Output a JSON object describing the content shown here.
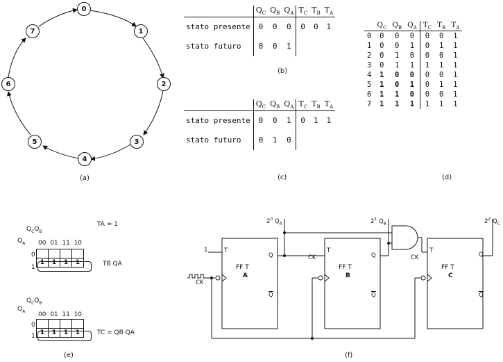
{
  "state_diagram": {
    "nodes": [
      "0",
      "1",
      "2",
      "3",
      "4",
      "5",
      "6",
      "7"
    ],
    "caption": "(a)"
  },
  "table_b": {
    "headers": [
      "Q",
      "C",
      "Q",
      "B",
      "Q",
      "A",
      "T",
      "C",
      "T",
      "B",
      "T",
      "A"
    ],
    "col_labels": [
      "QC",
      "QB",
      "QA",
      "TC",
      "TB",
      "TA"
    ],
    "rows": [
      {
        "label": "stato presente",
        "values": [
          "0",
          "0",
          "0",
          "0",
          "0",
          "1"
        ]
      },
      {
        "label": "stato futuro",
        "values": [
          "0",
          "0",
          "1",
          "",
          "",
          ""
        ]
      }
    ],
    "caption": "(b)"
  },
  "table_c": {
    "rows": [
      {
        "label": "stato presente",
        "values": [
          "0",
          "0",
          "1",
          "0",
          "1",
          "1"
        ]
      },
      {
        "label": "stato futuro",
        "values": [
          "0",
          "1",
          "0",
          "",
          "",
          ""
        ]
      }
    ],
    "caption": "(c)"
  },
  "table_d": {
    "rows": [
      [
        "0",
        "0",
        "0",
        "0",
        "0",
        "0",
        "1"
      ],
      [
        "1",
        "0",
        "0",
        "1",
        "0",
        "1",
        "1"
      ],
      [
        "2",
        "0",
        "1",
        "0",
        "0",
        "0",
        "1"
      ],
      [
        "3",
        "0",
        "1",
        "1",
        "1",
        "1",
        "1"
      ],
      [
        "4",
        "1",
        "0",
        "0",
        "0",
        "0",
        "1"
      ],
      [
        "5",
        "1",
        "0",
        "1",
        "0",
        "1",
        "1"
      ],
      [
        "6",
        "1",
        "1",
        "0",
        "0",
        "0",
        "1"
      ],
      [
        "7",
        "1",
        "1",
        "1",
        "1",
        "1",
        "1"
      ]
    ],
    "caption": "(d)"
  },
  "kmaps": {
    "col_hdr": [
      "00",
      "01",
      "11",
      "10"
    ],
    "rows": [
      "0",
      "1"
    ],
    "ones": [
      "1",
      "1",
      "1",
      "1"
    ],
    "ta": "TA = 1",
    "tb": "TB    QA",
    "tc": "TC = QB QA",
    "caption": "(e)"
  },
  "circuit": {
    "ffs": [
      {
        "name": "FF T",
        "letter": "A"
      },
      {
        "name": "FF T",
        "letter": "B"
      },
      {
        "name": "FF T",
        "letter": "C"
      }
    ],
    "t": "T",
    "q": "Q",
    "qbar": "Q",
    "one": "1",
    "ck": "CK",
    "out_a": "2",
    "out_b": "2",
    "out_c": "2",
    "sup_a": "0",
    "sup_b": "1",
    "sup_c": "2",
    "caption": "(f)"
  }
}
